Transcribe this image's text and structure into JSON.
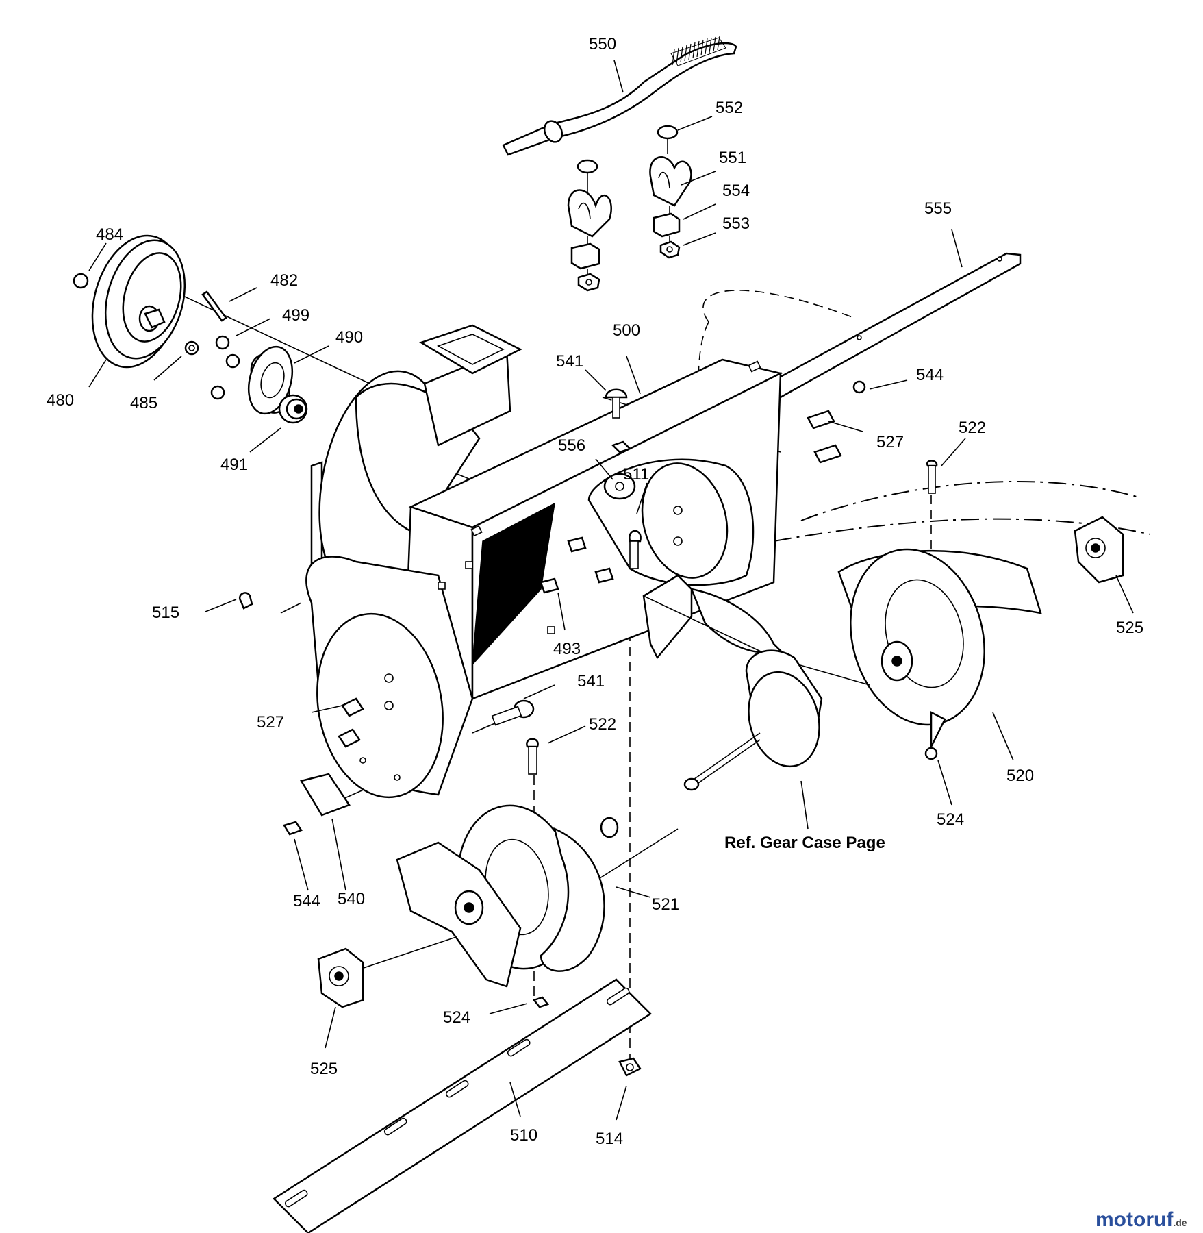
{
  "diagram": {
    "callouts": [
      {
        "id": "550",
        "label": "550"
      },
      {
        "id": "552",
        "label": "552"
      },
      {
        "id": "551",
        "label": "551"
      },
      {
        "id": "554",
        "label": "554"
      },
      {
        "id": "553",
        "label": "553"
      },
      {
        "id": "555",
        "label": "555"
      },
      {
        "id": "484",
        "label": "484"
      },
      {
        "id": "482",
        "label": "482"
      },
      {
        "id": "499",
        "label": "499"
      },
      {
        "id": "490",
        "label": "490"
      },
      {
        "id": "480",
        "label": "480"
      },
      {
        "id": "485",
        "label": "485"
      },
      {
        "id": "491",
        "label": "491"
      },
      {
        "id": "500",
        "label": "500"
      },
      {
        "id": "541a",
        "label": "541"
      },
      {
        "id": "544a",
        "label": "544"
      },
      {
        "id": "527a",
        "label": "527"
      },
      {
        "id": "522a",
        "label": "522"
      },
      {
        "id": "556",
        "label": "556"
      },
      {
        "id": "511",
        "label": "511"
      },
      {
        "id": "515",
        "label": "515"
      },
      {
        "id": "493",
        "label": "493"
      },
      {
        "id": "525a",
        "label": "525"
      },
      {
        "id": "541b",
        "label": "541"
      },
      {
        "id": "527b",
        "label": "527"
      },
      {
        "id": "522b",
        "label": "522"
      },
      {
        "id": "520",
        "label": "520"
      },
      {
        "id": "524a",
        "label": "524"
      },
      {
        "id": "521",
        "label": "521"
      },
      {
        "id": "544b",
        "label": "544"
      },
      {
        "id": "540",
        "label": "540"
      },
      {
        "id": "524b",
        "label": "524"
      },
      {
        "id": "525b",
        "label": "525"
      },
      {
        "id": "510",
        "label": "510"
      },
      {
        "id": "514",
        "label": "514"
      }
    ],
    "reference_note": "Ref. Gear Case Page",
    "watermark": {
      "main": "motoruf",
      "suffix": ".de"
    }
  }
}
